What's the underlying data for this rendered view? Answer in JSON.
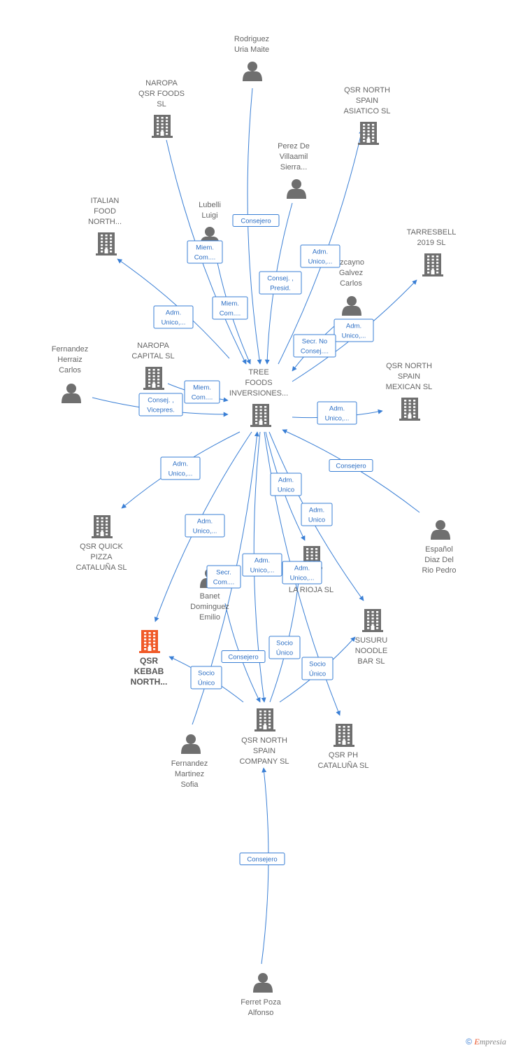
{
  "colors": {
    "edge": "#3a7fd5",
    "node": "#6f6f6f",
    "focus": "#f05a28"
  },
  "nodes": [
    {
      "id": "tree",
      "type": "company",
      "lines": [
        "TREE",
        "FOODS",
        "INVERSIONES..."
      ],
      "icon": "building-icon"
    },
    {
      "id": "rodriguez",
      "type": "person",
      "lines": [
        "Rodriguez",
        "Uria Maite"
      ],
      "icon": "person-icon"
    },
    {
      "id": "naropa_qsr",
      "type": "company",
      "lines": [
        "NAROPA",
        "QSR FOODS",
        "SL"
      ],
      "icon": "building-icon"
    },
    {
      "id": "qsr_asiatico",
      "type": "company",
      "lines": [
        "QSR NORTH",
        "SPAIN",
        "ASIATICO  SL"
      ],
      "icon": "building-icon"
    },
    {
      "id": "perez",
      "type": "person",
      "lines": [
        "Perez De",
        "Villaamil",
        "Sierra..."
      ],
      "icon": "person-icon"
    },
    {
      "id": "italian",
      "type": "company",
      "lines": [
        "ITALIAN",
        "FOOD",
        "NORTH..."
      ],
      "icon": "building-icon"
    },
    {
      "id": "lubelli",
      "type": "person",
      "lines": [
        "Lubelli",
        "Luigi"
      ],
      "icon": "person-icon"
    },
    {
      "id": "tarresbell",
      "type": "company",
      "lines": [
        "TARRESBELL",
        "2019  SL"
      ],
      "icon": "building-icon"
    },
    {
      "id": "izcayno",
      "type": "person",
      "lines": [
        "Izcayno",
        "Galvez",
        "Carlos"
      ],
      "icon": "person-icon"
    },
    {
      "id": "fernandez_h",
      "type": "person",
      "lines": [
        "Fernandez",
        "Herraiz",
        "Carlos"
      ],
      "icon": "person-icon"
    },
    {
      "id": "naropa_cap",
      "type": "company",
      "lines": [
        "NAROPA",
        "CAPITAL SL"
      ],
      "icon": "building-icon"
    },
    {
      "id": "qsr_mexican",
      "type": "company",
      "lines": [
        "QSR NORTH",
        "SPAIN",
        "MEXICAN  SL"
      ],
      "icon": "building-icon"
    },
    {
      "id": "qsr_quick",
      "type": "company",
      "lines": [
        "QSR QUICK",
        "PIZZA",
        "CATALUÑA  SL"
      ],
      "icon": "building-icon"
    },
    {
      "id": "espanol",
      "type": "person",
      "lines": [
        "Español",
        "Diaz Del",
        "Rio Pedro"
      ],
      "icon": "person-icon"
    },
    {
      "id": "qsr_rioja",
      "type": "company",
      "lines": [
        "ZA",
        "LA RIOJA  SL"
      ],
      "icon": "building-icon"
    },
    {
      "id": "banet",
      "type": "person",
      "lines": [
        "Banet",
        "Dominguez",
        "Emilio"
      ],
      "icon": "person-icon"
    },
    {
      "id": "susuru",
      "type": "company",
      "lines": [
        "SUSURU",
        "NOODLE",
        "BAR  SL"
      ],
      "icon": "building-icon"
    },
    {
      "id": "qsr_kebab",
      "type": "focus",
      "lines": [
        "QSR",
        "KEBAB",
        "NORTH..."
      ],
      "icon": "building-icon"
    },
    {
      "id": "qsr_company",
      "type": "company",
      "lines": [
        "QSR NORTH",
        "SPAIN",
        "COMPANY  SL"
      ],
      "icon": "building-icon"
    },
    {
      "id": "qsr_ph",
      "type": "company",
      "lines": [
        "QSR PH",
        "CATALUÑA  SL"
      ],
      "icon": "building-icon"
    },
    {
      "id": "fernandez_m",
      "type": "person",
      "lines": [
        "Fernandez",
        "Martinez",
        "Sofia"
      ],
      "icon": "person-icon"
    },
    {
      "id": "ferret",
      "type": "person",
      "lines": [
        "Ferret Poza",
        "Alfonso"
      ],
      "icon": "person-icon"
    }
  ],
  "edges": [
    {
      "from": "rodriguez",
      "to": "tree",
      "lines": [
        "Consejero"
      ]
    },
    {
      "from": "naropa_qsr",
      "to": "tree",
      "lines": [
        "Miem.",
        "Com...."
      ]
    },
    {
      "from": "tree",
      "to": "qsr_asiatico",
      "lines": [
        "Adm.",
        "Unico,..."
      ]
    },
    {
      "from": "perez",
      "to": "tree",
      "lines": [
        "Consej. ,",
        "Presid."
      ]
    },
    {
      "from": "tree",
      "to": "italian",
      "lines": [
        "Adm.",
        "Unico,..."
      ]
    },
    {
      "from": "lubelli",
      "to": "tree",
      "lines": [
        "Miem.",
        "Com...."
      ]
    },
    {
      "from": "tree",
      "to": "tarresbell",
      "lines": [
        "Adm.",
        "Unico,..."
      ]
    },
    {
      "from": "izcayno",
      "to": "tree",
      "lines": [
        "Secr.  No",
        "Consej...."
      ]
    },
    {
      "from": "fernandez_h",
      "to": "tree",
      "lines": [
        "Consej. ,",
        "Vicepres."
      ]
    },
    {
      "from": "naropa_cap",
      "to": "tree",
      "lines": [
        "Miem.",
        "Com...."
      ]
    },
    {
      "from": "tree",
      "to": "qsr_mexican",
      "lines": [
        "Adm.",
        "Unico,..."
      ]
    },
    {
      "from": "tree",
      "to": "qsr_quick",
      "lines": [
        "Adm.",
        "Unico,..."
      ]
    },
    {
      "from": "espanol",
      "to": "tree",
      "lines": [
        "Consejero"
      ]
    },
    {
      "from": "tree",
      "to": "qsr_rioja",
      "lines": [
        "Adm.",
        "Unico"
      ]
    },
    {
      "from": "tree",
      "to": "susuru",
      "lines": [
        "Adm.",
        "Unico"
      ]
    },
    {
      "from": "tree",
      "to": "qsr_kebab",
      "lines": [
        "Adm.",
        "Unico,..."
      ]
    },
    {
      "from": "fernandez_m",
      "to": "tree",
      "lines": [
        "Secr.",
        "Com...."
      ]
    },
    {
      "from": "tree",
      "to": "qsr_company",
      "lines": [
        "Adm.",
        "Unico,..."
      ]
    },
    {
      "from": "tree",
      "to": "qsr_ph",
      "lines": [
        "Adm.",
        "Unico,..."
      ]
    },
    {
      "from": "banet",
      "to": "qsr_company",
      "lines": [
        "Consejero"
      ]
    },
    {
      "from": "qsr_company",
      "to": "qsr_rioja",
      "lines": [
        "Socio",
        "Único"
      ]
    },
    {
      "from": "qsr_company",
      "to": "susuru",
      "lines": [
        "Socio",
        "Único"
      ]
    },
    {
      "from": "qsr_company",
      "to": "qsr_kebab",
      "lines": [
        "Socio",
        "Único"
      ]
    },
    {
      "from": "ferret",
      "to": "qsr_company",
      "lines": [
        "Consejero"
      ]
    }
  ],
  "footer": {
    "copyright": "©",
    "brand_e": "E",
    "brand_rest": "mpresia"
  }
}
